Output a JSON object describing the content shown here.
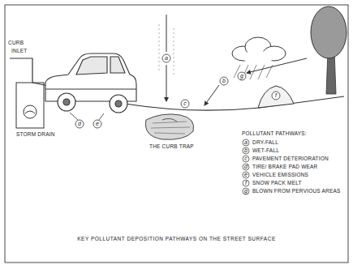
{
  "diagram": {
    "caption": "KEY POLLUTANT DEPOSITION PATHWAYS ON THE STREET SURFACE",
    "labels": [
      "CURB",
      "INLET",
      "STORM DRAIN",
      "THE CURB TRAP",
      "POLLUTANT PATHWAYS:",
      "a",
      "b",
      "c",
      "d",
      "e",
      "f",
      "g",
      "a",
      "b",
      "c",
      "d",
      "e",
      "f",
      "g"
    ],
    "legend": [
      {
        "text": "DRY-FALL"
      },
      {
        "text": "WET-FALL"
      },
      {
        "text": "PAVEMENT DETERIORATION"
      },
      {
        "text": "TIRE/ BRAKE PAD WEAR"
      },
      {
        "text": "VEHICLE EMISSIONS"
      },
      {
        "text": "SNOW PACK MELT"
      },
      {
        "text": "BLOWN FROM PERVIOUS AREAS"
      }
    ]
  }
}
